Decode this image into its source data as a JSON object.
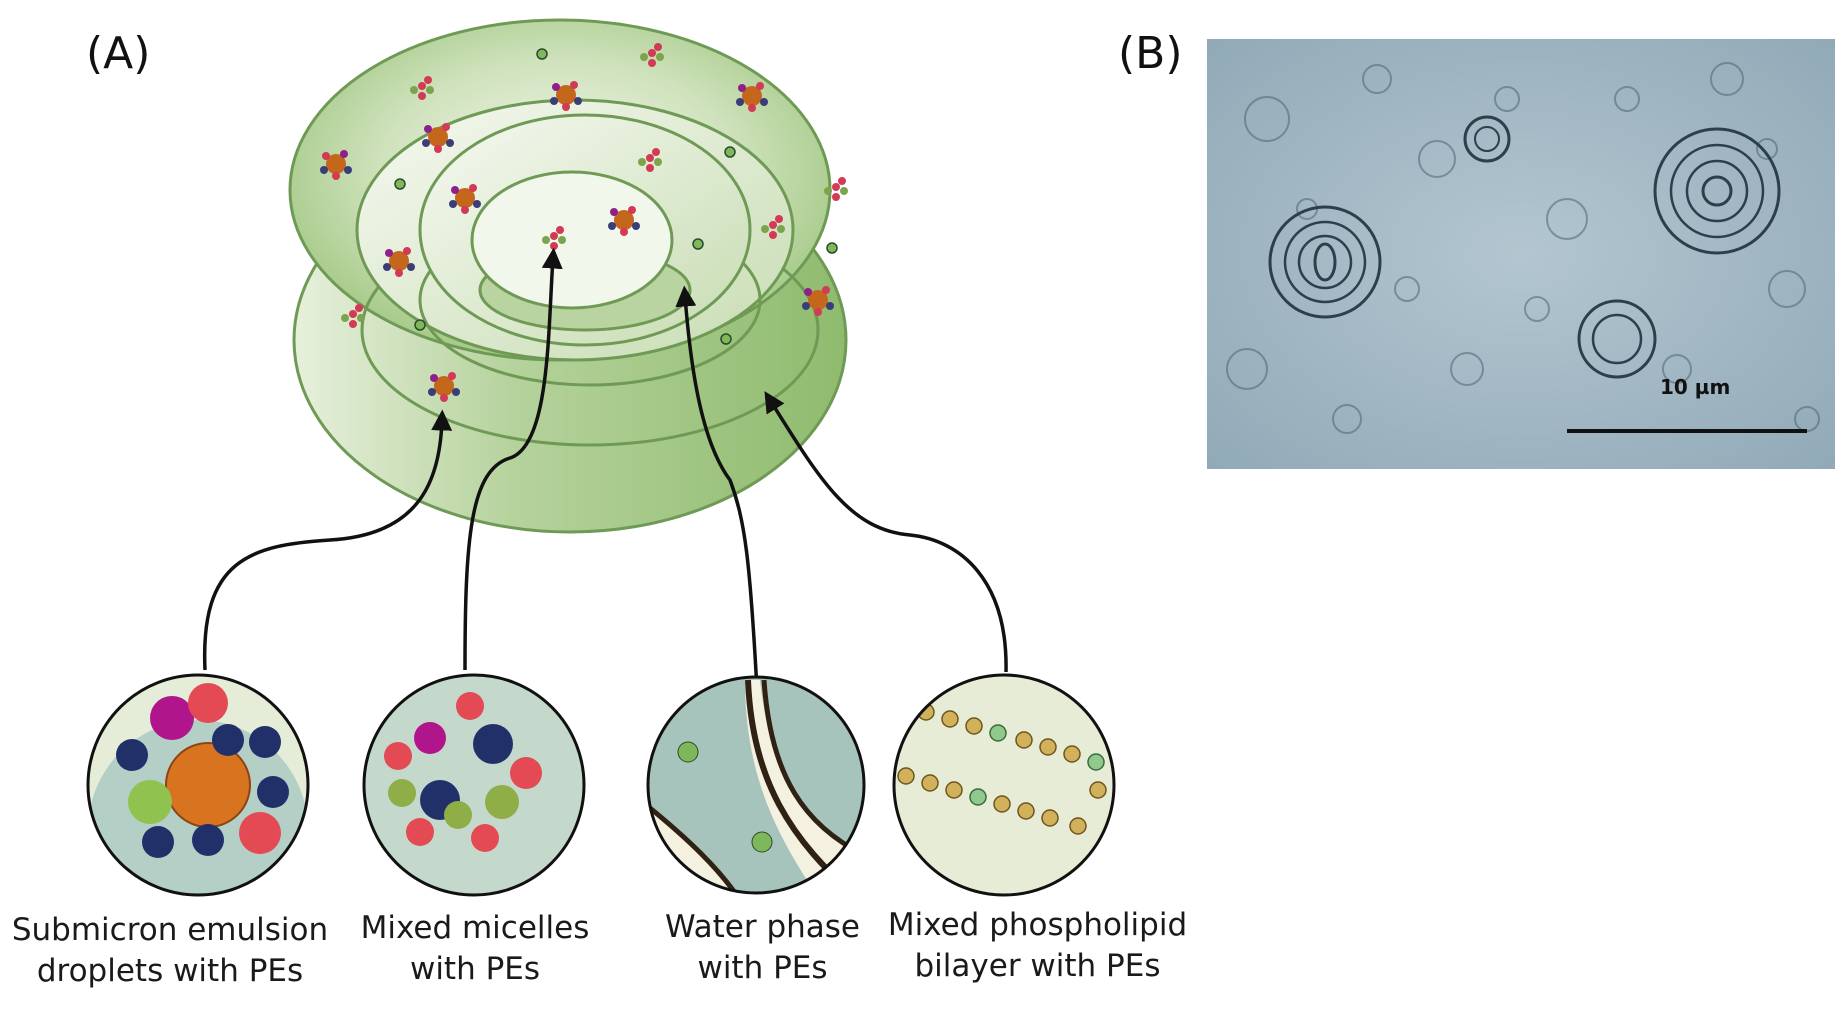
{
  "panels": {
    "a": {
      "label": "(A)"
    },
    "b": {
      "label": "(B)"
    }
  },
  "insets": [
    {
      "line1": "Submicron emulsion",
      "line2": "droplets with PEs"
    },
    {
      "line1": "Mixed micelles",
      "line2": "with PEs"
    },
    {
      "line1": "Water phase",
      "line2": "with PEs"
    },
    {
      "line1": "Mixed phospholipid",
      "line2": "bilayer with PEs"
    }
  ],
  "micrograph": {
    "scale_bar_label": "10 µm"
  },
  "colors": {
    "layer_green": "#9dc47e",
    "layer_light": "#e9f1dd",
    "layer_edge": "#6f9a55",
    "oil_orange": "#d8731f",
    "micro_bg": "#a7bcc8"
  }
}
